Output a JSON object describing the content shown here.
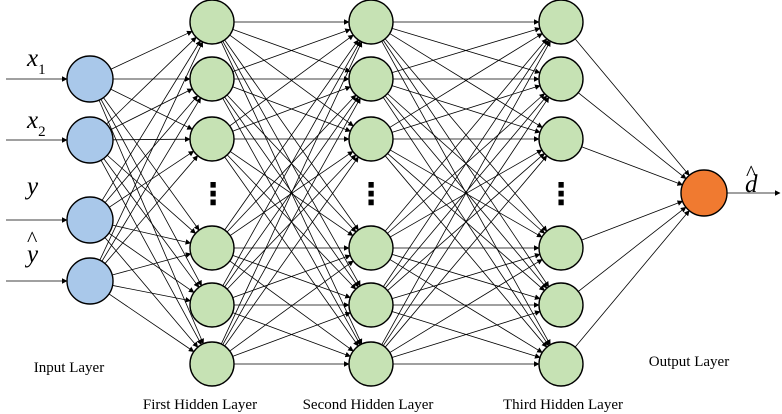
{
  "layers": {
    "input": {
      "label": "Input Layer",
      "nodes": 4
    },
    "hidden1": {
      "label": "First Hidden Layer",
      "nodes_shown": 6
    },
    "hidden2": {
      "label": "Second Hidden Layer",
      "nodes_shown": 6
    },
    "hidden3": {
      "label": "Third Hidden Layer",
      "nodes_shown": 6
    },
    "output": {
      "label": "Output Layer",
      "nodes": 1
    }
  },
  "inputs": [
    {
      "symbol": "x",
      "subscript": "1",
      "hat": false
    },
    {
      "symbol": "x",
      "subscript": "2",
      "hat": false
    },
    {
      "symbol": "y",
      "subscript": "",
      "hat": false
    },
    {
      "symbol": "y",
      "subscript": "",
      "hat": true
    }
  ],
  "output": {
    "symbol": "d",
    "hat": true
  },
  "ellipsis": "⋮",
  "colors": {
    "input_node": "#a9c8ea",
    "hidden_node": "#c6e2b4",
    "output_node": "#f07a30",
    "edge": "#000000"
  }
}
